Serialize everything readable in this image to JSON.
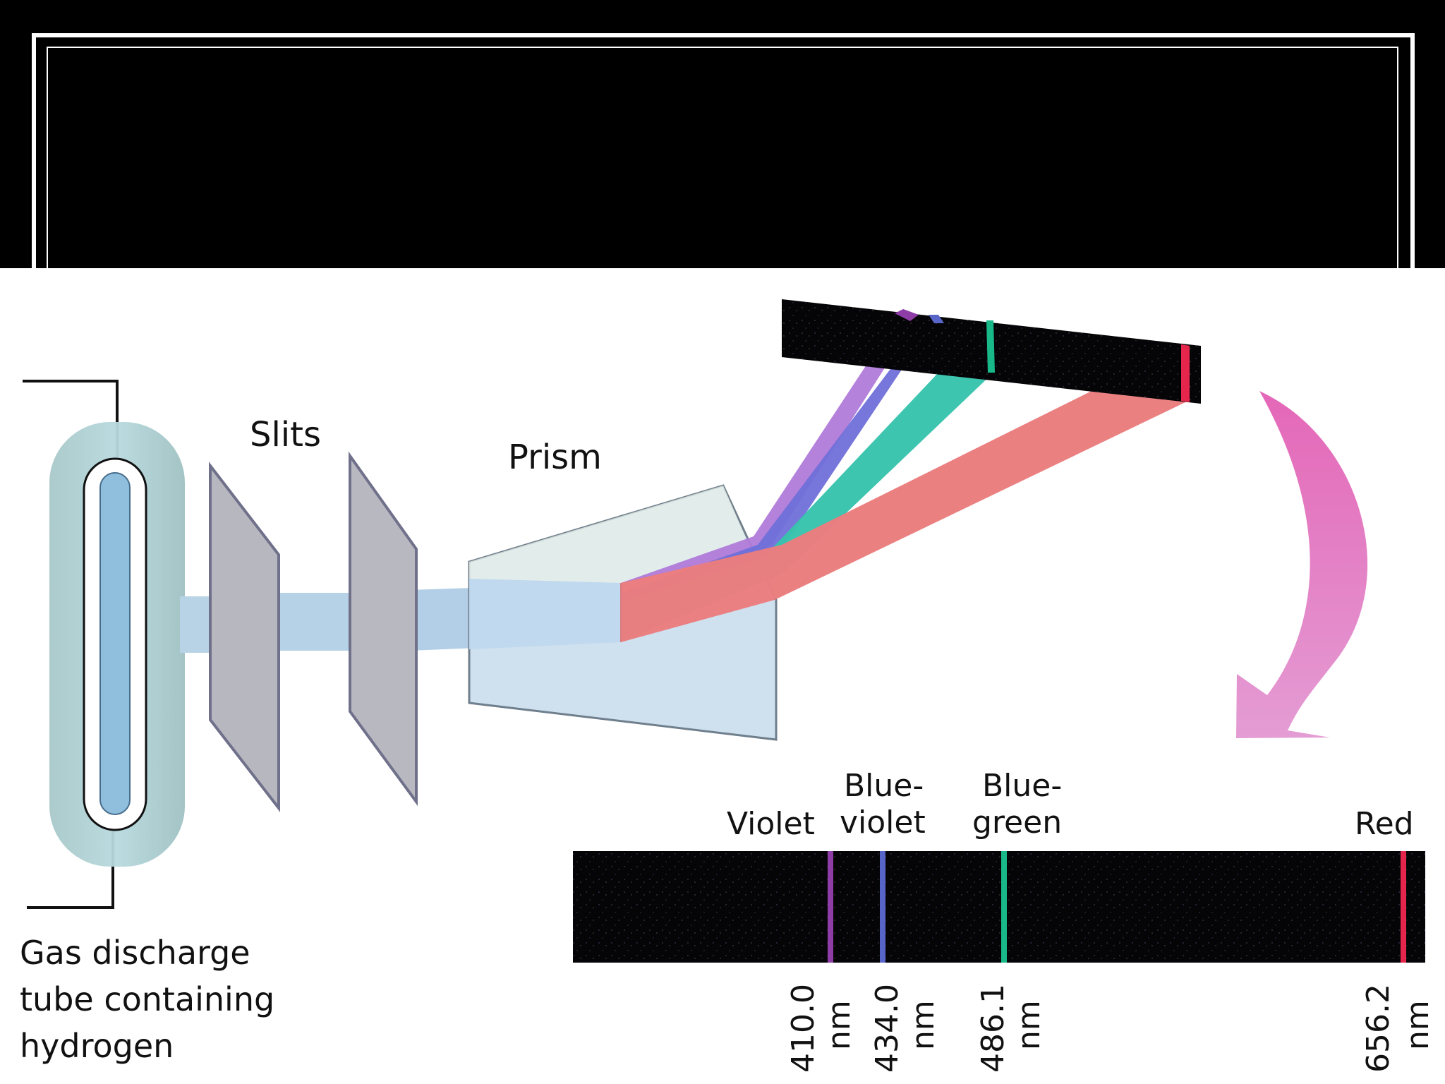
{
  "diagram": {
    "labels": {
      "slits": "Slits",
      "prism": "Prism",
      "tube_line1": "Gas discharge",
      "tube_line2": "tube containing",
      "tube_line3": "hydrogen"
    },
    "spectrum": {
      "lines": [
        {
          "name_line1": "",
          "name_line2": "Violet",
          "wavelength": "410.0",
          "unit": "nm",
          "color": "#8e3ca6"
        },
        {
          "name_line1": "Blue-",
          "name_line2": "violet",
          "wavelength": "434.0",
          "unit": "nm",
          "color": "#5865c8"
        },
        {
          "name_line1": "Blue-",
          "name_line2": "green",
          "wavelength": "486.1",
          "unit": "nm",
          "color": "#18b889"
        },
        {
          "name_line1": "",
          "name_line2": "Red",
          "wavelength": "656.2",
          "unit": "nm",
          "color": "#e5254b"
        }
      ]
    },
    "colors": {
      "header_bg": "#000000",
      "header_border": "#ffffff",
      "light_beam": "#b6d3ea",
      "red_beam": "#e97b7d",
      "violet_beam": "#b27ad8",
      "blue_violet_beam": "#6d6ed8",
      "blue_green_beam": "#2fc0aa",
      "arrow": "#df67b5"
    }
  }
}
